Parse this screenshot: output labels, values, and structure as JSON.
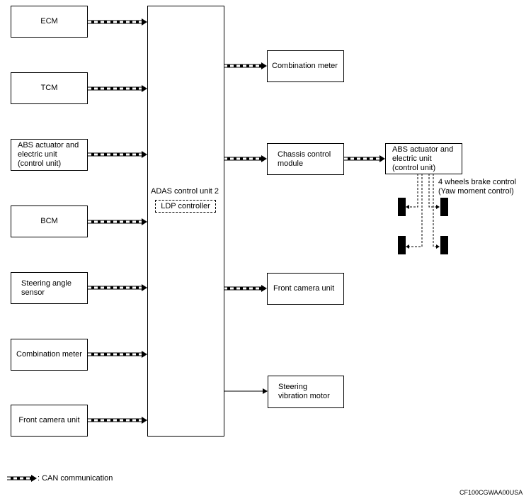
{
  "inputs": {
    "ecm": "ECM",
    "tcm": "TCM",
    "abs_line1": "ABS actuator and",
    "abs_line2": "electric unit",
    "abs_line3": "(control unit)",
    "bcm": "BCM",
    "steer_line1": "Steering angle",
    "steer_line2": "sensor",
    "combo": "Combination meter",
    "camera": "Front camera unit"
  },
  "center": {
    "title": "ADAS control unit 2",
    "sub": "LDP controller"
  },
  "outputs": {
    "combo": "Combination meter",
    "chassis_line1": "Chassis control",
    "chassis_line2": "module",
    "camera": "Front camera unit",
    "svm_line1": "Steering",
    "svm_line2": "vibration motor"
  },
  "abs_right": {
    "line1": "ABS actuator and",
    "line2": "electric unit",
    "line3": "(control unit)"
  },
  "brake": {
    "line1": "4 wheels brake control",
    "line2": "(Yaw moment control)"
  },
  "legend": {
    "label": ": CAN communication"
  },
  "reference": "CF100CGWAA00USA"
}
